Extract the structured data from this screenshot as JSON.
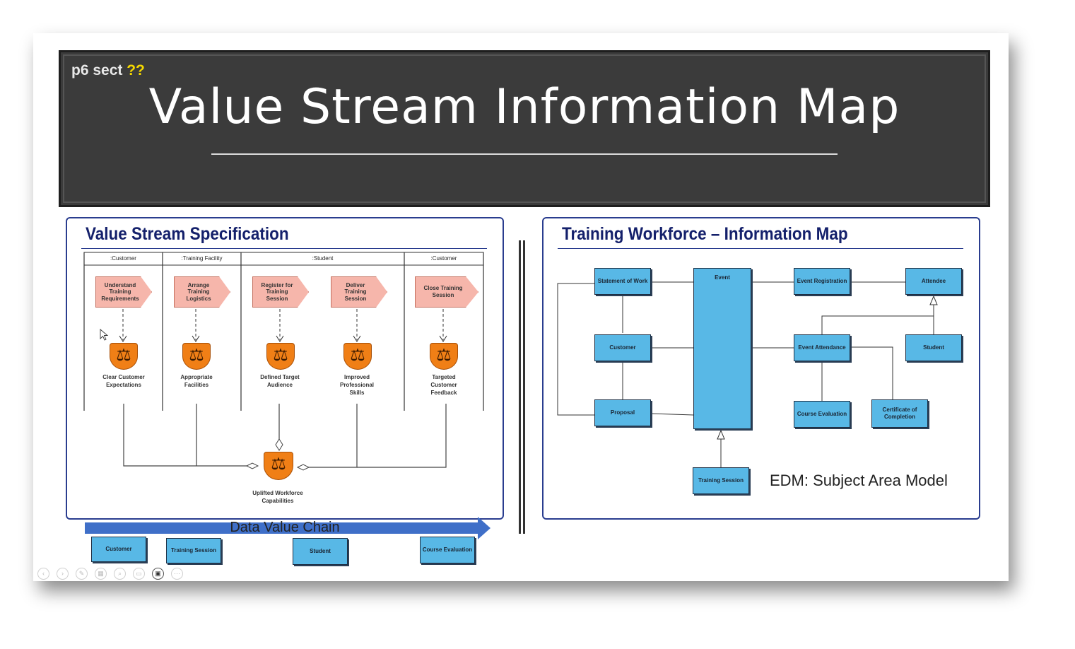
{
  "header": {
    "sect_prefix": "p6 sect",
    "sect_mark": "??",
    "title": "Value Stream Information Map"
  },
  "left_panel": {
    "title": "Value Stream Specification",
    "lanes": [
      ":Customer",
      ":Training Facility",
      ":Student",
      ":Customer"
    ],
    "stages": [
      "Understand Training Requirements",
      "Arrange Training Logistics",
      "Register for Training Session",
      "Deliver Training Session",
      "Close Training Session"
    ],
    "outcomes": [
      "Clear Customer Expectations",
      "Appropriate Facilities",
      "Defined Target Audience",
      "Improved Professional Skills",
      "Targeted Customer Feedback"
    ],
    "final_outcome": "Uplifted Workforce Capabilities"
  },
  "right_panel": {
    "title": "Training Workforce – Information Map",
    "entities": {
      "statement_of_work": "Statement of Work",
      "customer": "Customer",
      "proposal": "Proposal",
      "event": "Event",
      "event_registration": "Event Registration",
      "attendee": "Attendee",
      "event_attendance": "Event Attendance",
      "student": "Student",
      "course_evaluation": "Course Evaluation",
      "certificate": "Certificate of Completion",
      "training_session": "Training Session"
    },
    "model_label": "EDM: Subject Area Model"
  },
  "chain": {
    "label": "Data Value Chain",
    "entities": [
      "Customer",
      "Training Session",
      "Student",
      "Course Evaluation"
    ]
  },
  "colors": {
    "title_bg": "#3b3b3b",
    "panel_border": "#2a3d8f",
    "panel_title": "#14206b",
    "entity_fill": "#58b8e6",
    "stage_fill": "#f6b6ab",
    "outcome_fill": "#f07f16",
    "chain_arrow": "#3f6fc8"
  }
}
